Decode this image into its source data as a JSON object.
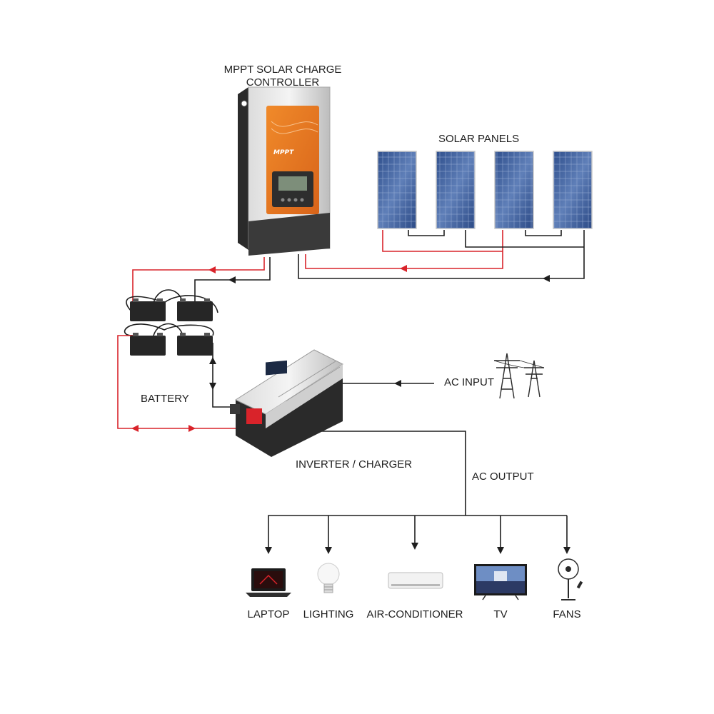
{
  "labels": {
    "controller_line1": "MPPT SOLAR CHARGE",
    "controller_line2": "CONTROLLER",
    "solar_panels": "SOLAR PANELS",
    "battery": "BATTERY",
    "ac_input": "AC INPUT",
    "inverter": "INVERTER / CHARGER",
    "ac_output": "AC OUTPUT"
  },
  "controller_brand": "MPPT",
  "loads": [
    {
      "label": "LAPTOP",
      "icon": "laptop-icon"
    },
    {
      "label": "LIGHTING",
      "icon": "light-bulb-icon"
    },
    {
      "label": "AIR-CONDITIONER",
      "icon": "air-conditioner-icon"
    },
    {
      "label": "TV",
      "icon": "tv-icon"
    },
    {
      "label": "FANS",
      "icon": "fan-icon"
    }
  ],
  "colors": {
    "positive_wire": "#d9232a",
    "negative_wire": "#1e1e1e",
    "controller_orange": "#e8781e",
    "panel_blue": "#3a5c9a"
  }
}
